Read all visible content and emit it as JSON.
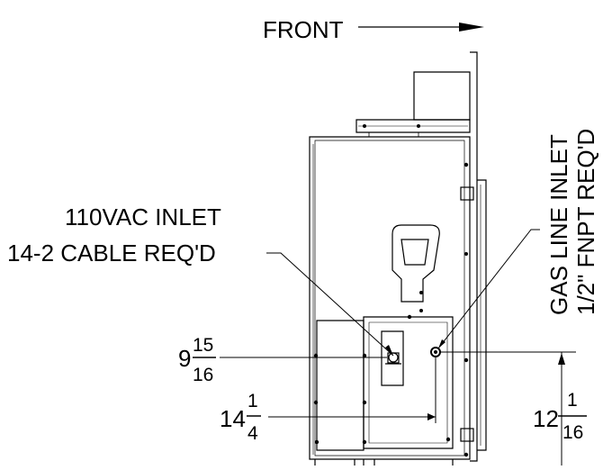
{
  "labels": {
    "front": "FRONT",
    "ac_inlet_line1": "110VAC INLET",
    "ac_inlet_line2": "14-2 CABLE REQ'D",
    "gas_inlet_line1": "GAS LINE INLET",
    "gas_inlet_line2": "1/2\" FNPT REQ'D"
  },
  "dimensions": {
    "ac_height": {
      "whole": "9",
      "numerator": "15",
      "denominator": "16"
    },
    "ac_offset": {
      "whole": "14",
      "numerator": "1",
      "denominator": "4"
    },
    "gas_height": {
      "whole": "12",
      "numerator": "1",
      "denominator": "16"
    }
  }
}
